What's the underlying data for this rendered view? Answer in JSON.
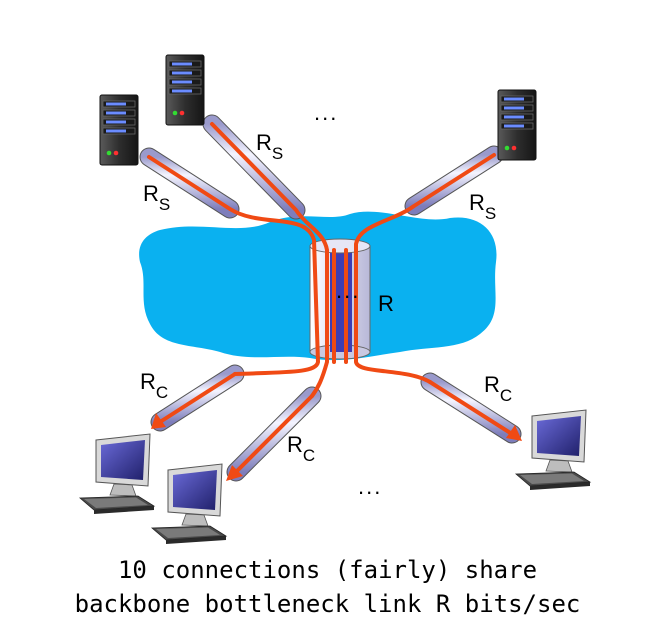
{
  "labels": {
    "server_link": "R",
    "server_link_sub": "S",
    "client_link": "R",
    "client_link_sub": "C",
    "bottleneck": "R",
    "ellipsis": "..."
  },
  "caption": {
    "line1": "10 connections (fairly) share",
    "line2": "backbone bottleneck link R bits/sec"
  },
  "colors": {
    "cloud": "#0ab1f0",
    "path": "#f04a14",
    "pipe_body": "#c8c8e6",
    "bottleneck_core": "#3d3db5",
    "server_dark": "#2b2b2b",
    "monitor_screen": "#3a3aa0"
  },
  "icons": [
    "server-icon",
    "desktop-computer-icon"
  ]
}
